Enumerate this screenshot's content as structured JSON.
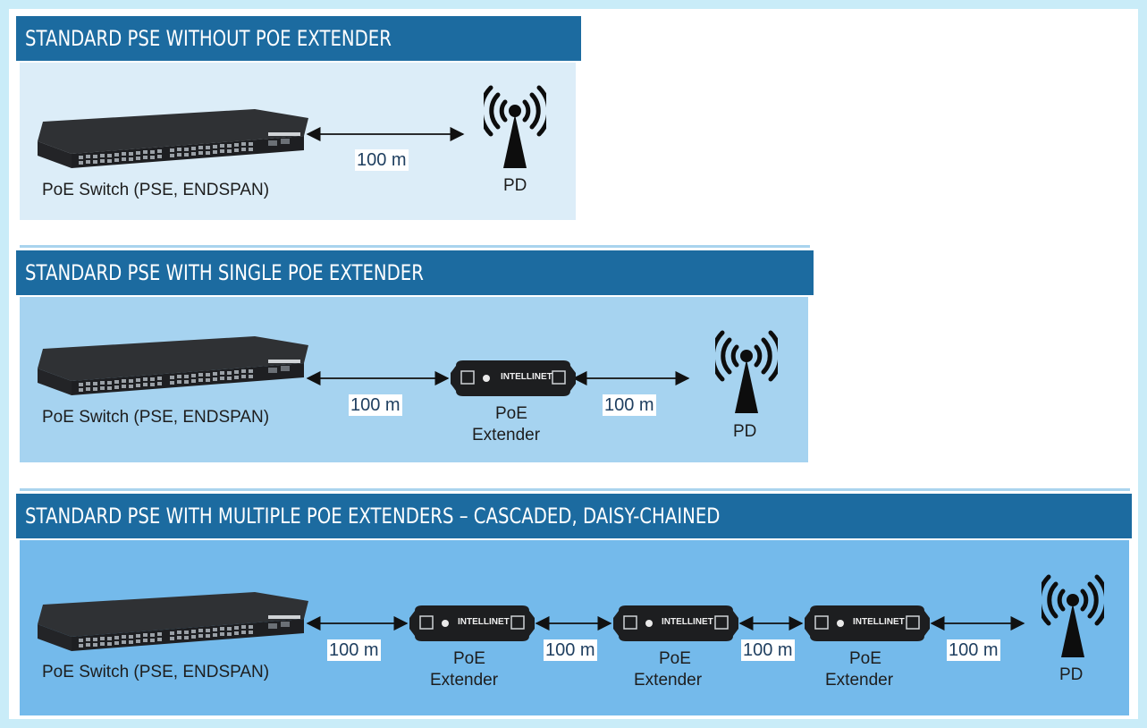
{
  "colors": {
    "outer_border": "#c9ecf8",
    "banner": "#1c6ba0",
    "panel_1": "#dcedf8",
    "panel_2": "#a6d3f0",
    "panel_3": "#74baeb",
    "arrow": "#111111",
    "device_body": "#2b2d30"
  },
  "sections": [
    {
      "title": "STANDARD PSE WITHOUT POE EXTENDER",
      "switch_label": "PoE Switch (PSE, ENDSPAN)",
      "distances": [
        "100 m"
      ],
      "pd_label": "PD"
    },
    {
      "title": "STANDARD PSE WITH SINGLE POE EXTENDER",
      "switch_label": "PoE Switch (PSE, ENDSPAN)",
      "distances": [
        "100 m",
        "100 m"
      ],
      "extenders": [
        {
          "line1": "PoE",
          "line2": "Extender",
          "brand": "INTELLINET"
        }
      ],
      "pd_label": "PD"
    },
    {
      "title": "STANDARD PSE WITH MULTIPLE POE EXTENDERS – CASCADED, DAISY-CHAINED",
      "switch_label": "PoE Switch (PSE, ENDSPAN)",
      "distances": [
        "100 m",
        "100 m",
        "100 m",
        "100 m"
      ],
      "extenders": [
        {
          "line1": "PoE",
          "line2": "Extender",
          "brand": "INTELLINET"
        },
        {
          "line1": "PoE",
          "line2": "Extender",
          "brand": "INTELLINET"
        },
        {
          "line1": "PoE",
          "line2": "Extender",
          "brand": "INTELLINET"
        }
      ],
      "pd_label": "PD"
    }
  ],
  "icons": {
    "switch": "network-switch-icon",
    "extender": "poe-extender-icon",
    "pd": "wireless-antenna-icon",
    "arrow": "double-headed-arrow"
  }
}
